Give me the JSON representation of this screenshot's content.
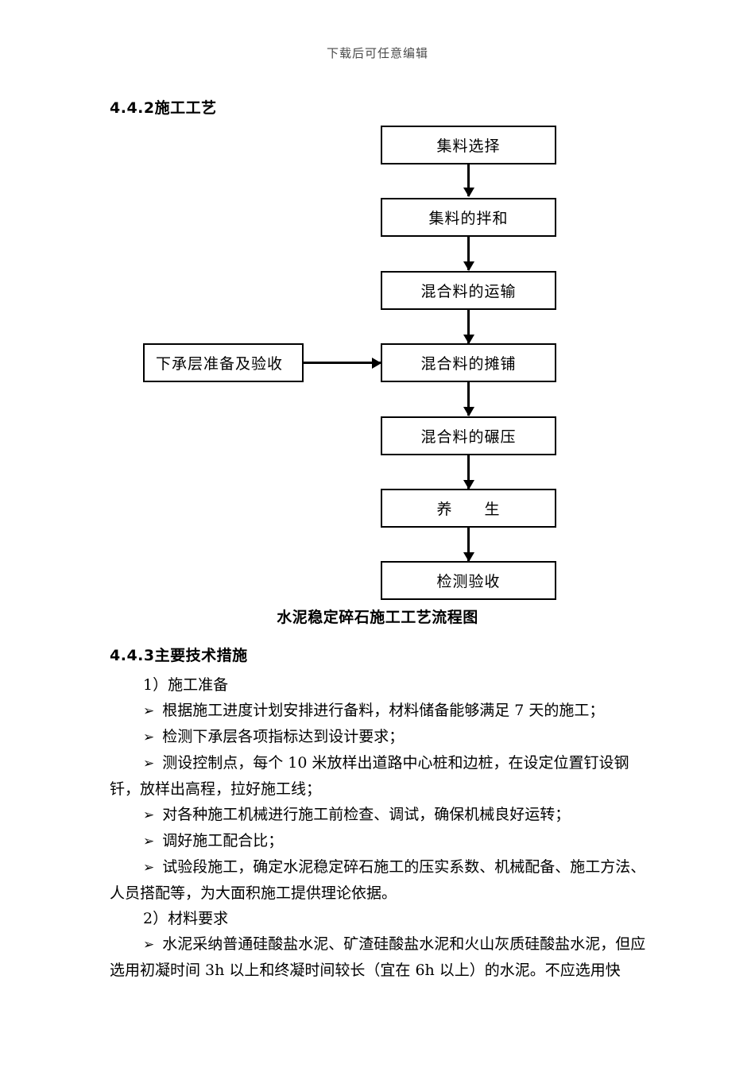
{
  "page": {
    "header_note": "下载后可任意编辑"
  },
  "headings": {
    "section_442": "4.4.2施工工艺",
    "section_443": "4.4.3主要技术措施"
  },
  "flowchart": {
    "caption": "水泥稳定碎石施工工艺流程图",
    "main_steps": [
      "集料选择",
      "集料的拌和",
      "混合料的运输",
      "混合料的摊铺",
      "混合料的碾压",
      "养　　生",
      "检测验收"
    ],
    "side_step": "下承层准备及验收",
    "box_border_color": "#000000",
    "box_fill_color": "#ffffff"
  },
  "content": {
    "item_1_label": "1）施工准备",
    "bullet_marker": "➢",
    "bullets_1": [
      "根据施工进度计划安排进行备料，材料储备能够满足 7 天的施工；",
      "检测下承层各项指标达到设计要求；",
      "测设控制点，每个 10 米放样出道路中心桩和边桩，在设定位置钉设钢钎，放样出高程，拉好施工线；",
      "对各种施工机械进行施工前检查、调试，确保机械良好运转；",
      "调好施工配合比；",
      "试验段施工，确定水泥稳定碎石施工的压实系数、机械配备、施工方法、人员搭配等，为大面积施工提供理论依据。"
    ],
    "item_2_label": "2）材料要求",
    "bullets_2": [
      "水泥采纳普通硅酸盐水泥、矿渣硅酸盐水泥和火山灰质硅酸盐水泥，但应选用初凝时间 3h 以上和终凝时间较长（宜在 6h 以上）的水泥。不应选用快"
    ]
  }
}
